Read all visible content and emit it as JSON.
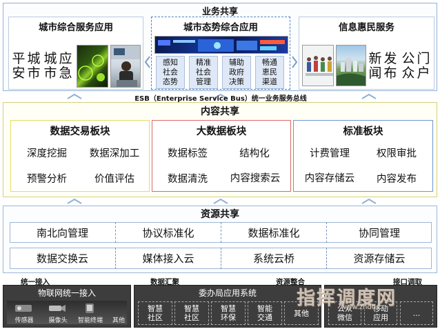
{
  "business": {
    "title": "业务共享",
    "city_service": {
      "title": "城市综合服务应用",
      "c1": [
        "平",
        "安"
      ],
      "c2": [
        "城",
        "市"
      ],
      "c3": [
        "城",
        "市"
      ],
      "c4": [
        "应",
        "急"
      ]
    },
    "situation": {
      "title": "城市态势综合应用",
      "cards": [
        "感知社会态势",
        "精准社会管理",
        "辅助政府决策",
        "畅通恵民渠道"
      ]
    },
    "benefit": {
      "title": "信息惠民服务",
      "c1": [
        "新",
        "闻"
      ],
      "c2": [
        "发",
        "布"
      ],
      "c3": [
        "公",
        "众"
      ],
      "c4": [
        "门",
        "户"
      ]
    }
  },
  "esb": {
    "label": "ESB（Enterprise Service Bus）统一业务服务总线"
  },
  "content": {
    "title": "内容共享",
    "trade": {
      "title": "数据交易板块",
      "items": [
        "深度挖掘",
        "数据深加工",
        "预警分析",
        "价值评估"
      ]
    },
    "bigdata": {
      "title": "大数据板块",
      "items": [
        "数据标签",
        "结构化",
        "数据清洗",
        "内容搜索云"
      ]
    },
    "standard": {
      "title": "标准板块",
      "items": [
        "计费管理",
        "权限审批",
        "内容存储云",
        "内容发布"
      ]
    }
  },
  "resource": {
    "title": "资源共享",
    "row1": [
      "南北向管理",
      "协议标准化",
      "数据标准化",
      "协同管理"
    ],
    "row2": [
      "数据交换云",
      "媒体接入云",
      "系统云桥",
      "资源存储云"
    ]
  },
  "bottom": {
    "labels": [
      "统一接入",
      "数据汇聚",
      "资源整合",
      "接口调取"
    ],
    "iot": {
      "title": "物联网统一接入",
      "items": [
        "传感器",
        "摄像头",
        "智能终端",
        "其他"
      ]
    },
    "agency": {
      "title": "委办局应用系统",
      "items": [
        "智慧社区",
        "智慧社区",
        "智慧环保",
        "智能交通",
        "其他"
      ]
    },
    "right": {
      "items": [
        "公众微信",
        "移动应用",
        "..."
      ]
    }
  },
  "watermark": {
    "main": "指挥调度网",
    "sub": "www.zhdd.cc"
  },
  "colors": {
    "panel_border": "#8fb0d6",
    "dashed_blue": "#4d7fc4",
    "content_border_yellow": "#d4cf7e",
    "bigdata_border_red": "#d86a6a",
    "standard_border_blue": "#6f96cf",
    "card_fill": "#dfe8f6",
    "dark_strip": "#3d3d3d"
  }
}
